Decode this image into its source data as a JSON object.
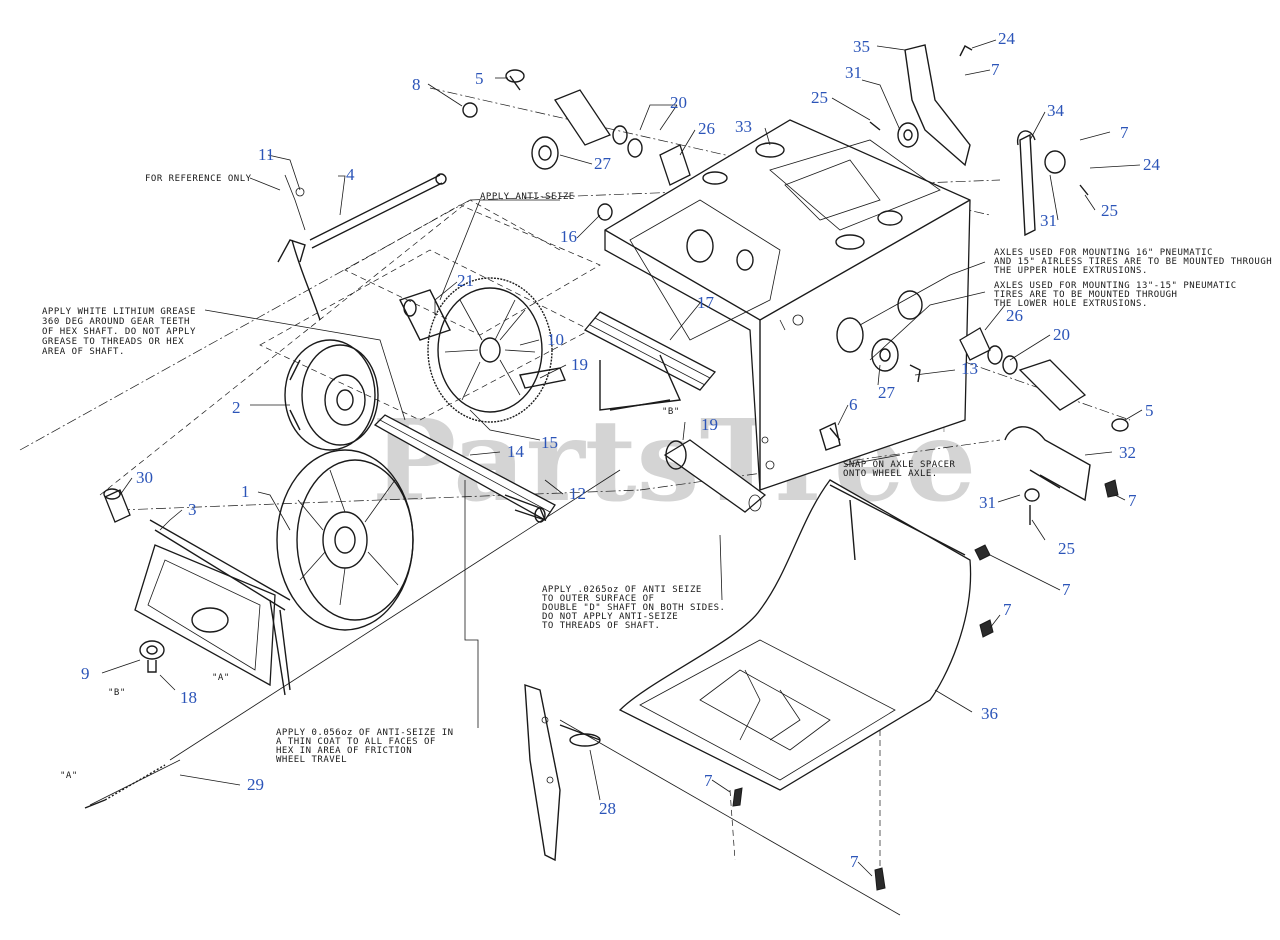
{
  "colors": {
    "callout": "#2b54b8",
    "line": "#1a1a1a",
    "watermark": "#d4d4d4",
    "background": "#ffffff"
  },
  "watermark": {
    "text": "PartsTree",
    "tm": "TM"
  },
  "callouts": [
    {
      "id": "c5a",
      "label": "5"
    },
    {
      "id": "c8",
      "label": "8"
    },
    {
      "id": "c20a",
      "label": "20"
    },
    {
      "id": "c26a",
      "label": "26"
    },
    {
      "id": "c27a",
      "label": "27"
    },
    {
      "id": "c33",
      "label": "33"
    },
    {
      "id": "c35",
      "label": "35"
    },
    {
      "id": "c24a",
      "label": "24"
    },
    {
      "id": "c7a",
      "label": "7"
    },
    {
      "id": "c31a",
      "label": "31"
    },
    {
      "id": "c25a",
      "label": "25"
    },
    {
      "id": "c34",
      "label": "34"
    },
    {
      "id": "c7b",
      "label": "7"
    },
    {
      "id": "c24b",
      "label": "24"
    },
    {
      "id": "c25b",
      "label": "25"
    },
    {
      "id": "c31b",
      "label": "31"
    },
    {
      "id": "c11",
      "label": "11"
    },
    {
      "id": "c4",
      "label": "4"
    },
    {
      "id": "c16",
      "label": "16"
    },
    {
      "id": "c21",
      "label": "21"
    },
    {
      "id": "c17",
      "label": "17"
    },
    {
      "id": "c10",
      "label": "10"
    },
    {
      "id": "c19a",
      "label": "19"
    },
    {
      "id": "c26b",
      "label": "26"
    },
    {
      "id": "c20b",
      "label": "20"
    },
    {
      "id": "c13",
      "label": "13"
    },
    {
      "id": "c27b",
      "label": "27"
    },
    {
      "id": "c2",
      "label": "2"
    },
    {
      "id": "c15",
      "label": "15"
    },
    {
      "id": "c6",
      "label": "6"
    },
    {
      "id": "c5b",
      "label": "5"
    },
    {
      "id": "c19b",
      "label": "19"
    },
    {
      "id": "c14",
      "label": "14"
    },
    {
      "id": "c32",
      "label": "32"
    },
    {
      "id": "c30",
      "label": "30"
    },
    {
      "id": "c3",
      "label": "3"
    },
    {
      "id": "c1",
      "label": "1"
    },
    {
      "id": "c12",
      "label": "12"
    },
    {
      "id": "c31c",
      "label": "31"
    },
    {
      "id": "c7c",
      "label": "7"
    },
    {
      "id": "c25c",
      "label": "25"
    },
    {
      "id": "c7d",
      "label": "7"
    },
    {
      "id": "c7e",
      "label": "7"
    },
    {
      "id": "c9",
      "label": "9"
    },
    {
      "id": "c18",
      "label": "18"
    },
    {
      "id": "c36",
      "label": "36"
    },
    {
      "id": "c29",
      "label": "29"
    },
    {
      "id": "c28",
      "label": "28"
    },
    {
      "id": "c7f",
      "label": "7"
    },
    {
      "id": "c7g",
      "label": "7"
    }
  ],
  "notes": {
    "for_reference": "FOR REFERENCE ONLY",
    "anti_seize": "APPLY ANTI-SEIZE",
    "grease": [
      "APPLY WHITE LITHIUM GREASE",
      "360 DEG AROUND GEAR TEETH",
      "OF HEX SHAFT. DO NOT APPLY",
      "GREASE TO THREADS OR HEX",
      "AREA OF SHAFT."
    ],
    "axles_16": [
      "AXLES USED FOR MOUNTING 16\" PNEUMATIC",
      "AND 15\" AIRLESS TIRES ARE TO BE MOUNTED THROUGH",
      "THE UPPER HOLE EXTRUSIONS."
    ],
    "axles_13": [
      "AXLES USED FOR MOUNTING 13\"-15\" PNEUMATIC",
      "TIRES ARE TO BE MOUNTED THROUGH",
      "THE LOWER HOLE EXTRUSIONS."
    ],
    "snap": [
      "SNAP ON AXLE SPACER",
      "ONTO WHEEL AXLE."
    ],
    "double_d": [
      "APPLY .0265oz OF ANTI SEIZE",
      "TO OUTER SURFACE OF",
      "DOUBLE \"D\" SHAFT ON BOTH SIDES.",
      "DO NOT APPLY ANTI-SEIZE",
      "TO THREADS OF SHAFT."
    ],
    "hex_area": [
      "APPLY 0.056oz  OF ANTI-SEIZE IN",
      "A THIN COAT TO ALL FACES OF",
      "HEX IN AREA OF FRICTION",
      "WHEEL TRAVEL"
    ],
    "mark_b1": "\"B\"",
    "mark_b2": "\"B\"",
    "mark_a1": "\"A\"",
    "mark_a2": "\"A\""
  }
}
